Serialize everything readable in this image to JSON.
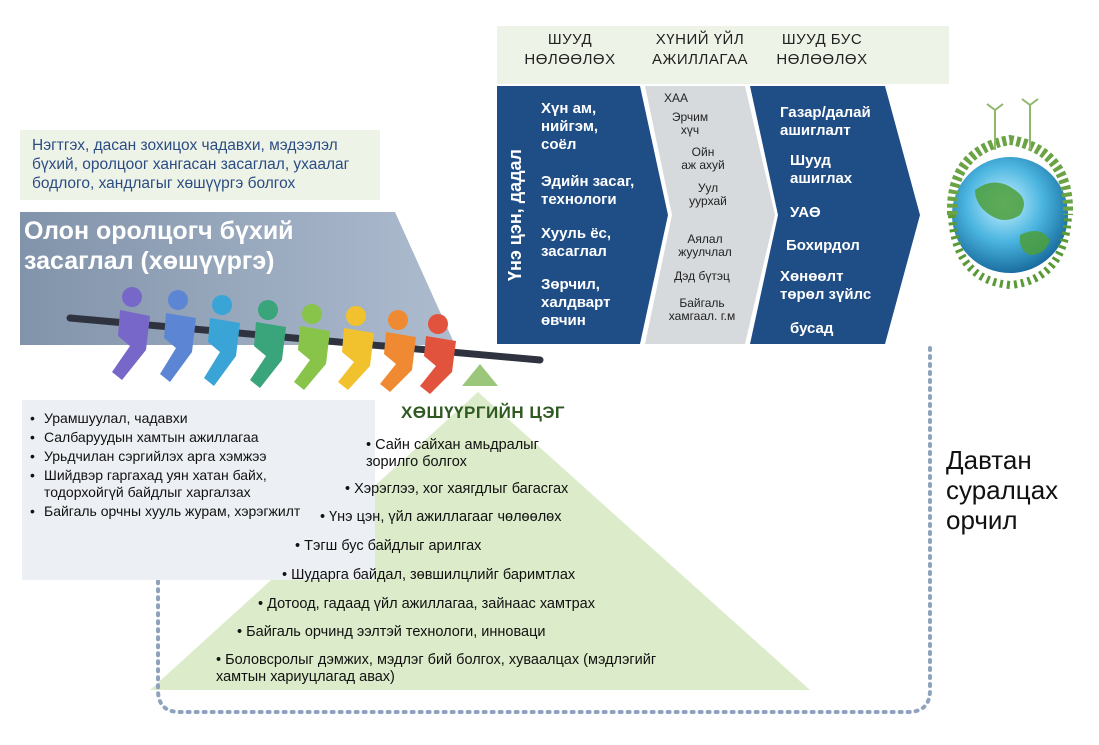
{
  "headers": {
    "direct": [
      "ШУУД",
      "НӨЛӨӨЛӨХ"
    ],
    "activities": [
      "ХҮНИЙ ҮЙЛ",
      "АЖИЛЛАГАА"
    ],
    "indirect": [
      "ШУУД БУС",
      "НӨЛӨӨЛӨХ"
    ]
  },
  "intro_text": "Нэгтгэх, дасан зохицох чадавхи, мэдээлэл бүхий, оролцоог хангасан засаглал, ухаалаг бодлого, хандлагыг хөшүүргэ болгох",
  "governance_title": [
    "Олон оролцогч бүхий",
    "засаглал (хөшүүргэ)"
  ],
  "values_label": "Үнэ цэн, дадал",
  "direct_items": [
    [
      "Хүн ам,",
      "нийгэм,",
      "соёл"
    ],
    [
      "Эдийн засаг,",
      "технологи"
    ],
    [
      "Хууль ёс,",
      "засаглал"
    ],
    [
      "Зөрчил,",
      "халдварт",
      "өвчин"
    ]
  ],
  "activity_items": [
    [
      "ХАА"
    ],
    [
      "Эрчим",
      "хүч"
    ],
    [
      "Ойн",
      "аж ахуй"
    ],
    [
      "Уул",
      "уурхай"
    ],
    [
      "Аялал",
      "жуулчлал"
    ],
    [
      "Дэд бүтэц"
    ],
    [
      "Байгаль",
      "хамгаал. г.м"
    ]
  ],
  "indirect_items": [
    [
      "Газар/далай",
      "ашиглалт"
    ],
    [
      "Шууд",
      "ашиглах"
    ],
    [
      "УАӨ"
    ],
    [
      "Бохирдол"
    ],
    [
      "Хөнөөлт",
      "төрөл зүйлс"
    ],
    [
      "бусад"
    ]
  ],
  "left_list": [
    "Урамшуулал, чадавхи",
    "Салбаруудын хамтын ажиллагаа",
    "Урьдчилан сэргийлэх арга хэмжээ",
    "Шийдвэр гаргахад уян хатан байх, тодорхойгүй байдлыг харгалзах",
    "Байгаль орчны хууль журам, хэрэгжилт"
  ],
  "lever_title": "ХӨШҮҮРГИЙН ЦЭГ",
  "lever_points": [
    "Сайн сайхан амьдралыг зорилго болгох",
    "Хэрэглээ, хог хаягдлыг багасгах",
    "Үнэ цэн, үйл ажиллагааг чөлөөлөх",
    "Тэгш бус байдлыг арилгах",
    "Шударга байдал, зөвшилцлийг баримтлах",
    "Дотоод, гадаад үйл ажиллагаа, зайнаас хамтрах",
    "Байгаль орчинд ээлтэй технологи, инноваци",
    "Боловсролыг дэмжих, мэдлэг бий болгох, хуваалцах (мэдлэгийг хамтын хариуцлагад авах)"
  ],
  "cycle_label": [
    "Давтан",
    "суралцах",
    "орчил"
  ],
  "colors": {
    "navy": "#1f4e87",
    "grey_chevron": "#d6dadd",
    "pyramid": "#dcebc9",
    "intro_text": "#2b4c83",
    "dotted_path": "#8fa3bd"
  }
}
